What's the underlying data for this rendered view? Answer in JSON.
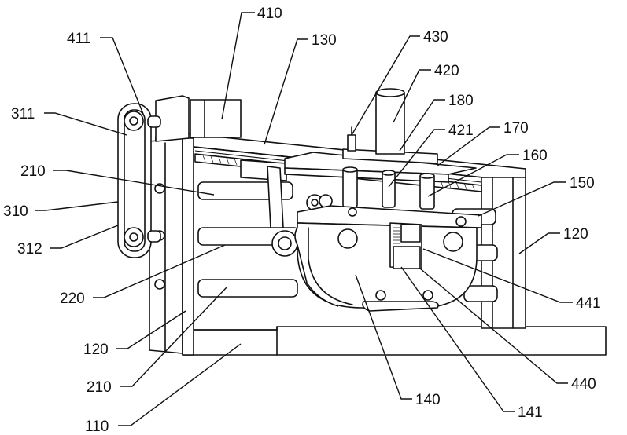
{
  "labels": {
    "l410": "410",
    "l411": "411",
    "l130": "130",
    "l430": "430",
    "l420": "420",
    "l180": "180",
    "l311": "311",
    "l421": "421",
    "l170": "170",
    "l160": "160",
    "l210a": "210",
    "l150": "150",
    "l310": "310",
    "l120a": "120",
    "l312": "312",
    "l220": "220",
    "l441": "441",
    "l120b": "120",
    "l440": "440",
    "l210b": "210",
    "l140": "140",
    "l110": "110",
    "l141": "141"
  }
}
